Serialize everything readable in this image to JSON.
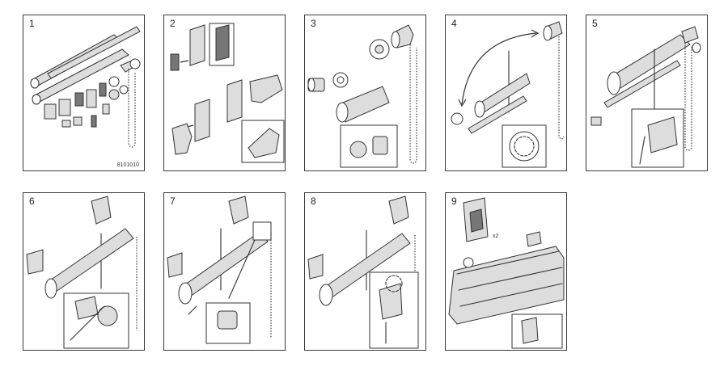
{
  "steps": [
    {
      "number": "1",
      "code": "8101010"
    },
    {
      "number": "2"
    },
    {
      "number": "3"
    },
    {
      "number": "4"
    },
    {
      "number": "5"
    },
    {
      "number": "6"
    },
    {
      "number": "7"
    },
    {
      "number": "8"
    },
    {
      "number": "9",
      "badge": "x2"
    }
  ]
}
